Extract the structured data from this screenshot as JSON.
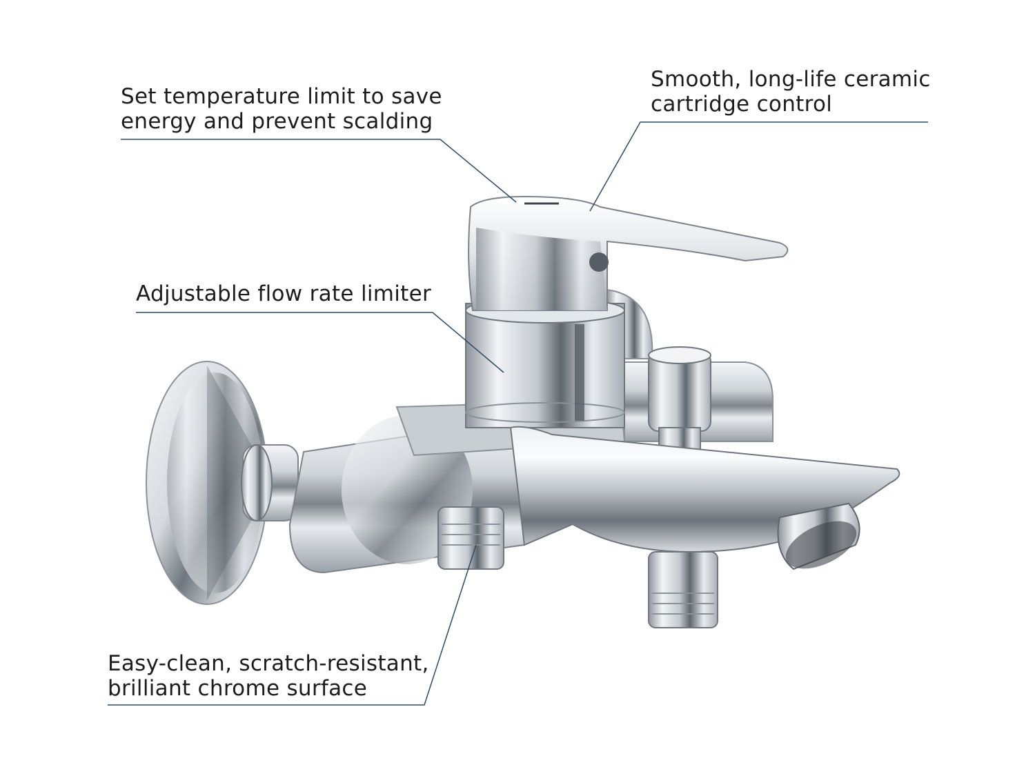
{
  "callouts": {
    "temperature_limit": {
      "lines": [
        "Set temperature limit to save",
        "energy and prevent scalding"
      ]
    },
    "cartridge": {
      "lines": [
        "Smooth, long-life ceramic",
        "cartridge control"
      ]
    },
    "flow_rate": {
      "lines": [
        "Adjustable flow rate limiter"
      ]
    },
    "chrome_surface": {
      "lines": [
        "Easy-clean, scratch-resistant,",
        "brilliant chrome surface"
      ]
    }
  },
  "colors": {
    "leader_line": "#2d4a63",
    "text": "#1c1c1c",
    "background": "#ffffff"
  },
  "illustration": {
    "subject": "chrome single-lever bath mixer faucet",
    "icon": "faucet-illustration"
  }
}
